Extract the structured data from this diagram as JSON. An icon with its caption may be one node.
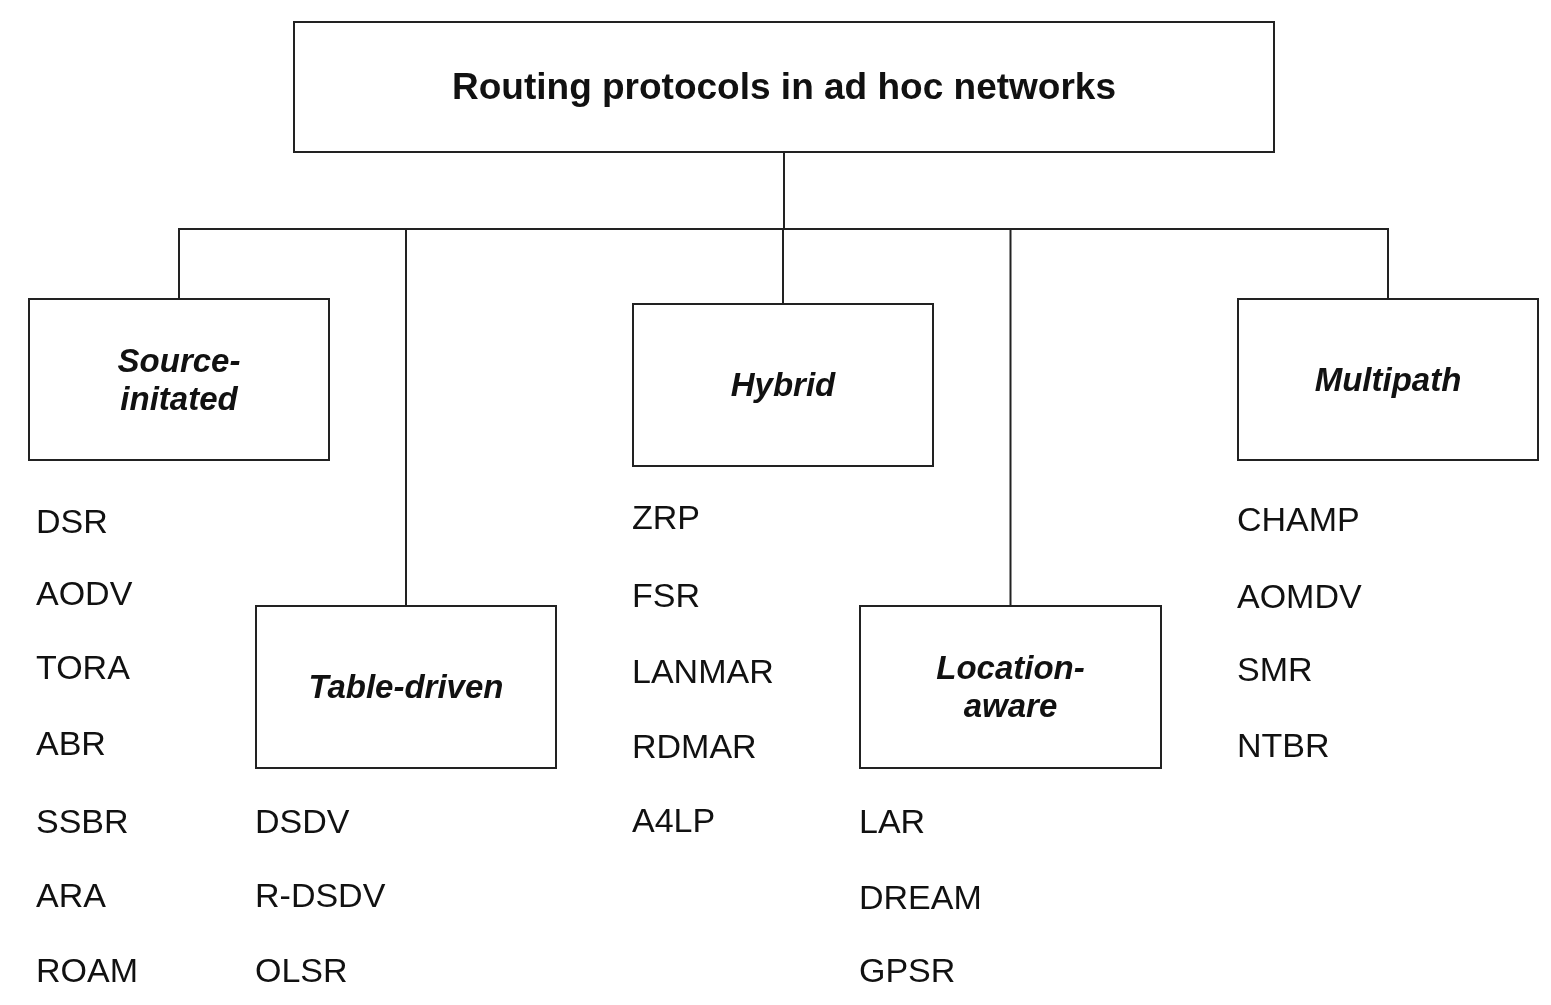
{
  "diagram": {
    "nodes": [
      {
        "text": [
          "Routing protocols in ad hoc networks"
        ]
      },
      {
        "text": [
          "Source-initated"
        ],
        "beside": [
          "DSR",
          "AODV",
          "TORA",
          "ABR",
          "SSBR",
          "ARA",
          "ROAM"
        ]
      },
      {
        "text": [
          "Table-driven"
        ],
        "beside": [
          "DSDV",
          "R-DSDV",
          "OLSR"
        ]
      },
      {
        "text": [
          "Hybrid"
        ],
        "beside": [
          "ZRP",
          "FSR",
          "LANMAR",
          "RDMAR",
          "A4LP"
        ]
      },
      {
        "text": [
          "Location-aware"
        ],
        "beside": [
          "LAR",
          "DREAM",
          "GPSR"
        ]
      },
      {
        "text": [
          "Multipath"
        ],
        "beside": [
          "CHAMP",
          "AOMDV",
          "SMR",
          "NTBR"
        ]
      }
    ],
    "edges": [
      {
        "from": 0,
        "to": 1,
        "arrow": "none"
      },
      {
        "from": 0,
        "to": 2,
        "arrow": "none"
      },
      {
        "from": 0,
        "to": 3,
        "arrow": "none"
      },
      {
        "from": 0,
        "to": 4,
        "arrow": "none"
      },
      {
        "from": 0,
        "to": 5,
        "arrow": "none"
      }
    ]
  }
}
